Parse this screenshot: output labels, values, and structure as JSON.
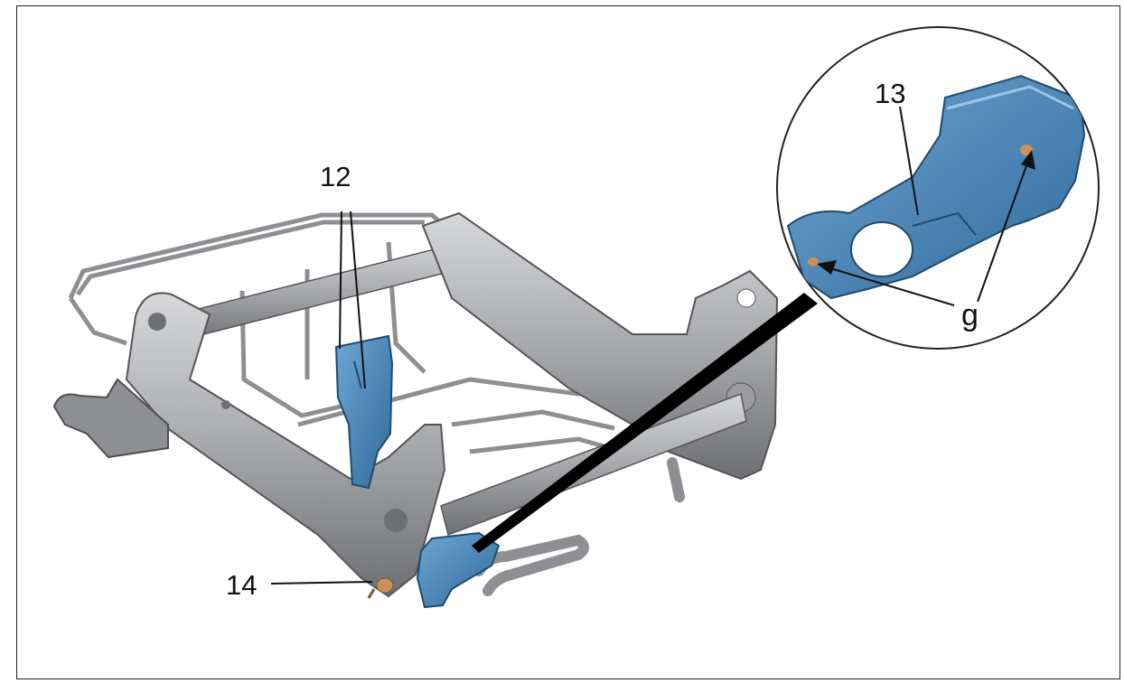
{
  "callouts": {
    "part_12": "12",
    "part_13": "13",
    "part_14": "14",
    "point_g": "g"
  },
  "colors": {
    "frame_steel": "#a7a9ad",
    "frame_shadow": "#6d6f73",
    "part_blue": "#3f7fb0",
    "part_blue_light": "#6fa6d3",
    "fastener_bronze": "#c9925a"
  }
}
